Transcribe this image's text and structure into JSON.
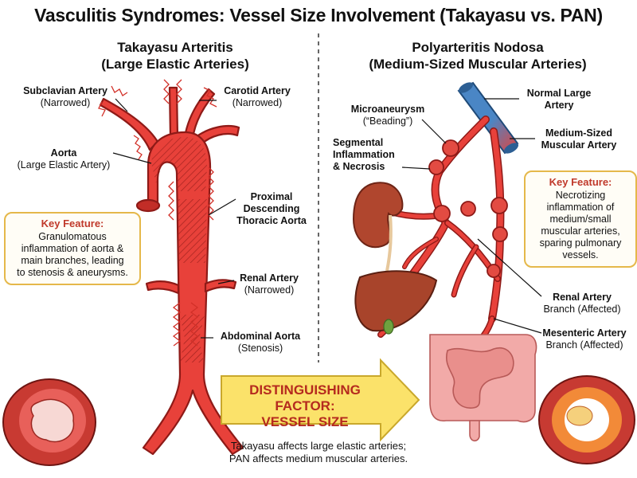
{
  "title": "Vasculitis Syndromes: Vessel Size Involvement (Takayasu vs. PAN)",
  "takayasu": {
    "heading": "Takayasu Arteritis",
    "subheading": "(Large Elastic Arteries)",
    "labels": {
      "subclavian": {
        "name": "Subclavian Artery",
        "note": "(Narrowed)"
      },
      "carotid": {
        "name": "Carotid Artery",
        "note": "(Narrowed)"
      },
      "aorta": {
        "name": "Aorta",
        "note": "(Large Elastic Artery)"
      },
      "proximal": {
        "line1": "Proximal",
        "line2": "Descending",
        "line3": "Thoracic Aorta"
      },
      "renal": {
        "name": "Renal Artery",
        "note": "(Narrowed)"
      },
      "abdominal": {
        "name": "Abdominal Aorta",
        "note": "(Stenosis)"
      }
    },
    "key_feature": {
      "title": "Key Feature:",
      "line1": "Granulomatous",
      "line2": "inflammation of aorta &",
      "line3": "main branches, leading",
      "line4": "to stenosis & aneurysms."
    }
  },
  "pan": {
    "heading": "Polyarteritis Nodosa",
    "subheading": "(Medium-Sized Muscular Arteries)",
    "labels": {
      "microaneurysm": {
        "name": "Microaneurysm",
        "note": "(“Beading”)"
      },
      "segmental": {
        "line1": "Segmental",
        "line2": "Inflammation",
        "line3": "& Necrosis"
      },
      "normal_large": {
        "line1": "Normal Large",
        "line2": "Artery"
      },
      "medium_sized": {
        "line1": "Medium-Sized",
        "line2": "Muscular Artery"
      },
      "renal_branch": {
        "name": "Renal Artery",
        "note": "Branch (Affected)"
      },
      "mesenteric_branch": {
        "name": "Mesenteric Artery",
        "note": "Branch (Affected)"
      }
    },
    "key_feature": {
      "title": "Key Feature:",
      "line1": "Necrotizing",
      "line2": "inflammation of",
      "line3": "medium/small",
      "line4": "muscular arteries,",
      "line5": "sparing pulmonary",
      "line6": "vessels."
    }
  },
  "distinguishing": {
    "line1": "DISTINGUISHING FACTOR:",
    "line2": "VESSEL SIZE"
  },
  "footer": {
    "line1": "Takayasu affects large elastic arteries;",
    "line2": "PAN affects medium muscular arteries."
  },
  "colors": {
    "artery": "#e8413a",
    "artery_outline": "#8e1a17",
    "normal_vessel": "#4a86c5",
    "key_border": "#e5b84a",
    "key_title": "#c0392b",
    "arrow_fill": "#fbe26a",
    "arrow_text": "#b52a1e",
    "kidney": "#b0462e",
    "liver": "#a8442b",
    "intestine": "#f2aaa8"
  },
  "icons": [
    "zigzag-inflammation-icon"
  ]
}
